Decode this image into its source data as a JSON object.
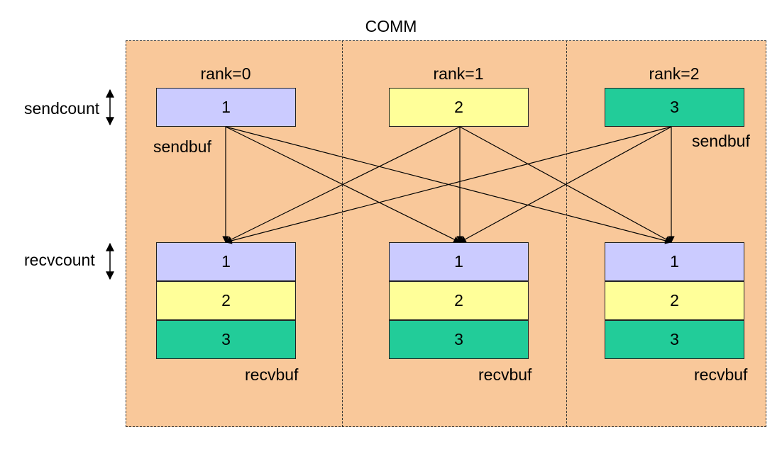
{
  "colors": {
    "comm_fill": "#f9c89a",
    "rank0": "#cbcbff",
    "rank1": "#ffff99",
    "rank2": "#22cc99"
  },
  "comm_label": "COMM",
  "side_labels": {
    "sendcount": "sendcount",
    "recvcount": "recvcount"
  },
  "ranks": [
    {
      "label": "rank=0",
      "send_value": "1",
      "sendbuf_label": "sendbuf",
      "recvbuf_label": "recvbuf",
      "recv_values": [
        "1",
        "2",
        "3"
      ]
    },
    {
      "label": "rank=1",
      "send_value": "2",
      "recvbuf_label": "recvbuf",
      "recv_values": [
        "1",
        "2",
        "3"
      ]
    },
    {
      "label": "rank=2",
      "send_value": "3",
      "sendbuf_label": "sendbuf",
      "recvbuf_label": "recvbuf",
      "recv_values": [
        "1",
        "2",
        "3"
      ]
    }
  ]
}
